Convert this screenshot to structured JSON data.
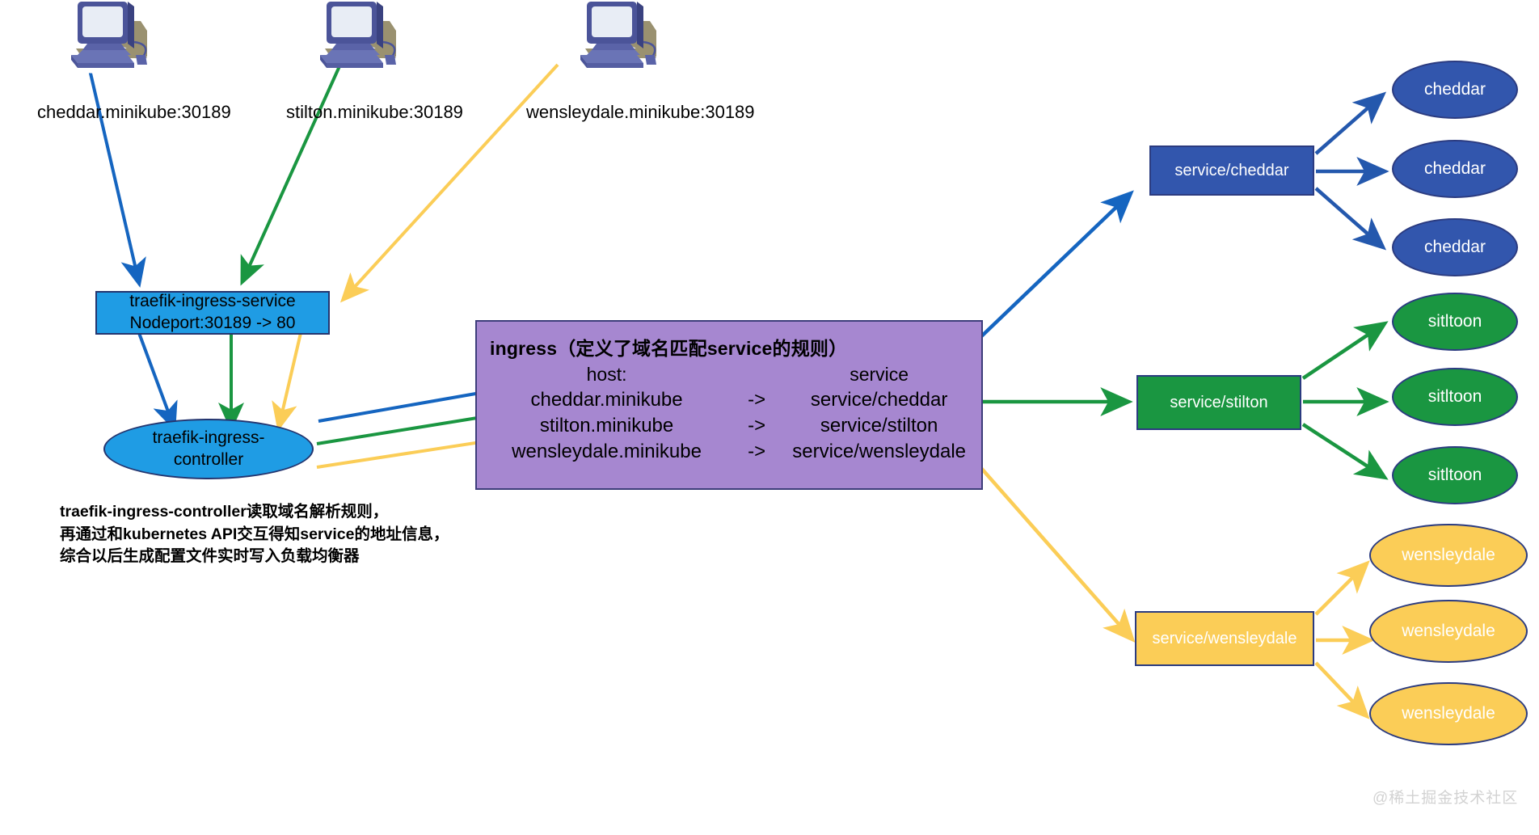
{
  "clients": [
    {
      "icon": "desktop-computer-icon",
      "label": "cheddar.minikube:30189",
      "color": "#1565c0"
    },
    {
      "icon": "desktop-computer-icon",
      "label": "stilton.minikube:30189",
      "color": "#1a9641"
    },
    {
      "icon": "desktop-computer-icon",
      "label": "wensleydale.minikube:30189",
      "color": "#fbcd57"
    }
  ],
  "traefik": {
    "service_line1": "traefik-ingress-service",
    "service_line2": "Nodeport:30189 -> 80",
    "controller_line1": "traefik-ingress-",
    "controller_line2": "controller"
  },
  "ingress": {
    "title": "ingress（定义了域名匹配service的规则）",
    "header": {
      "host": "host:",
      "arrow": "",
      "service": "service"
    },
    "rules": [
      {
        "host": "cheddar.minikube",
        "arrow": "->",
        "service": "service/cheddar"
      },
      {
        "host": "stilton.minikube",
        "arrow": "->",
        "service": "service/stilton"
      },
      {
        "host": "wensleydale.minikube",
        "arrow": "->",
        "service": "service/wensleydale"
      }
    ]
  },
  "note": "traefik-ingress-controller读取域名解析规则，\n再通过和kubernetes API交互得知service的地址信息，\n综合以后生成配置文件实时写入负载均衡器",
  "services": [
    {
      "label": "service/cheddar",
      "color": "#3256ad",
      "pods": [
        "cheddar",
        "cheddar",
        "cheddar"
      ]
    },
    {
      "label": "service/stilton",
      "color": "#1a9641",
      "pods": [
        "sitltoon",
        "sitltoon",
        "sitltoon"
      ]
    },
    {
      "label": "service/wensleydale",
      "color": "#fbcd57",
      "pods": [
        "wensleydale",
        "wensleydale",
        "wensleydale"
      ]
    }
  ],
  "watermark": "@稀土掘金技术社区",
  "palette": {
    "blue": "#1565c0",
    "green": "#1a9641",
    "yellow": "#fbcd57",
    "purple": "#a687d0",
    "traefik_blue": "#1f9ce4",
    "service_blue": "#3256ad",
    "border_navy": "#2b3b80"
  }
}
